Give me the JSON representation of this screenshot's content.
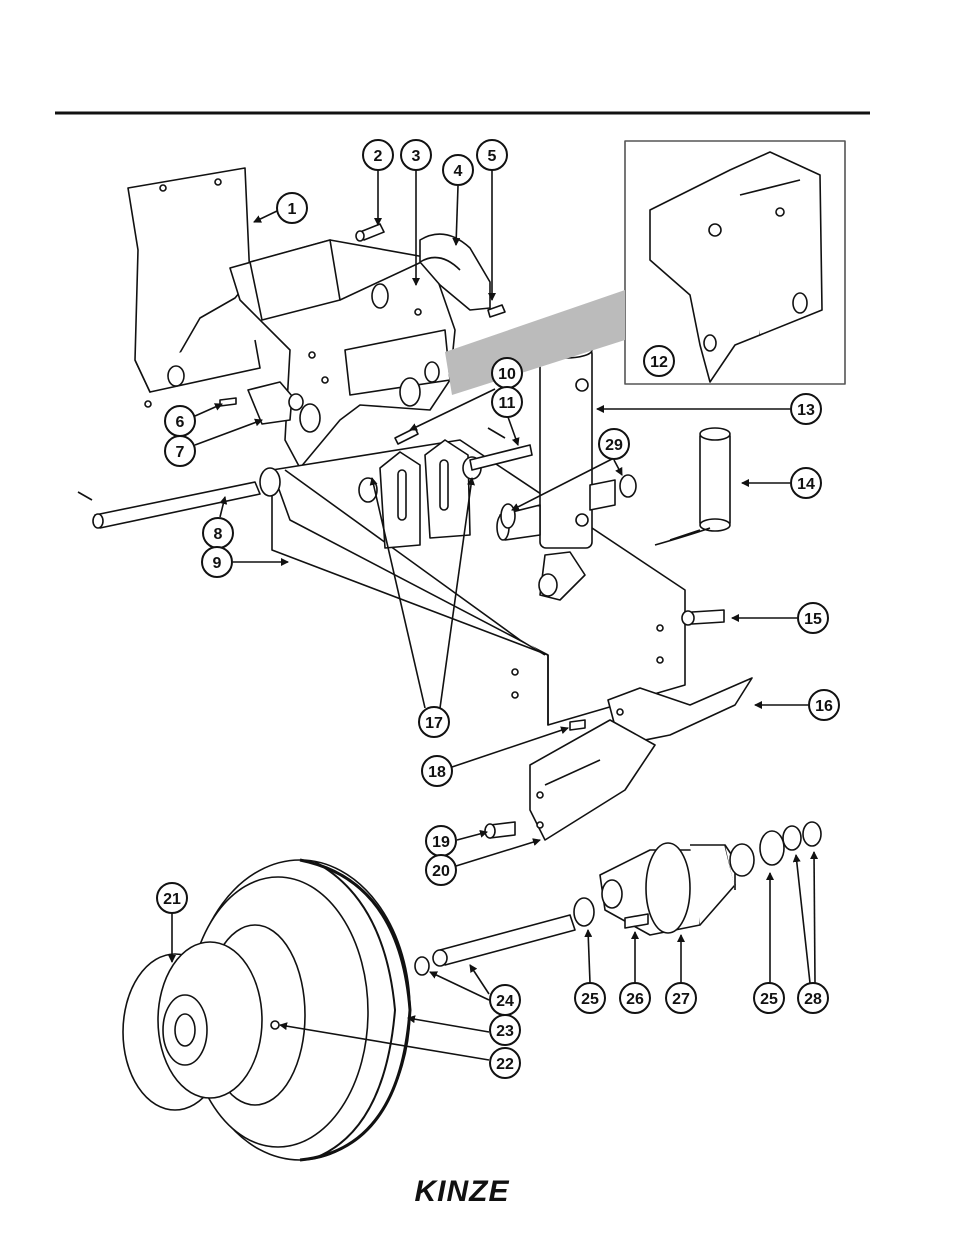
{
  "callouts": {
    "c1": "1",
    "c2": "2",
    "c3": "3",
    "c4": "4",
    "c5": "5",
    "c6": "6",
    "c7": "7",
    "c8": "8",
    "c9": "9",
    "c10": "10",
    "c11": "11",
    "c12": "12",
    "c13": "13",
    "c14": "14",
    "c15": "15",
    "c16": "16",
    "c17": "17",
    "c18": "18",
    "c19": "19",
    "c20": "20",
    "c21": "21",
    "c22": "22",
    "c23": "23",
    "c24": "24",
    "c25a": "25",
    "c25b": "25",
    "c26": "26",
    "c27": "27",
    "c28": "28",
    "c29": "29"
  },
  "footer": {
    "logo": "KINZE"
  }
}
